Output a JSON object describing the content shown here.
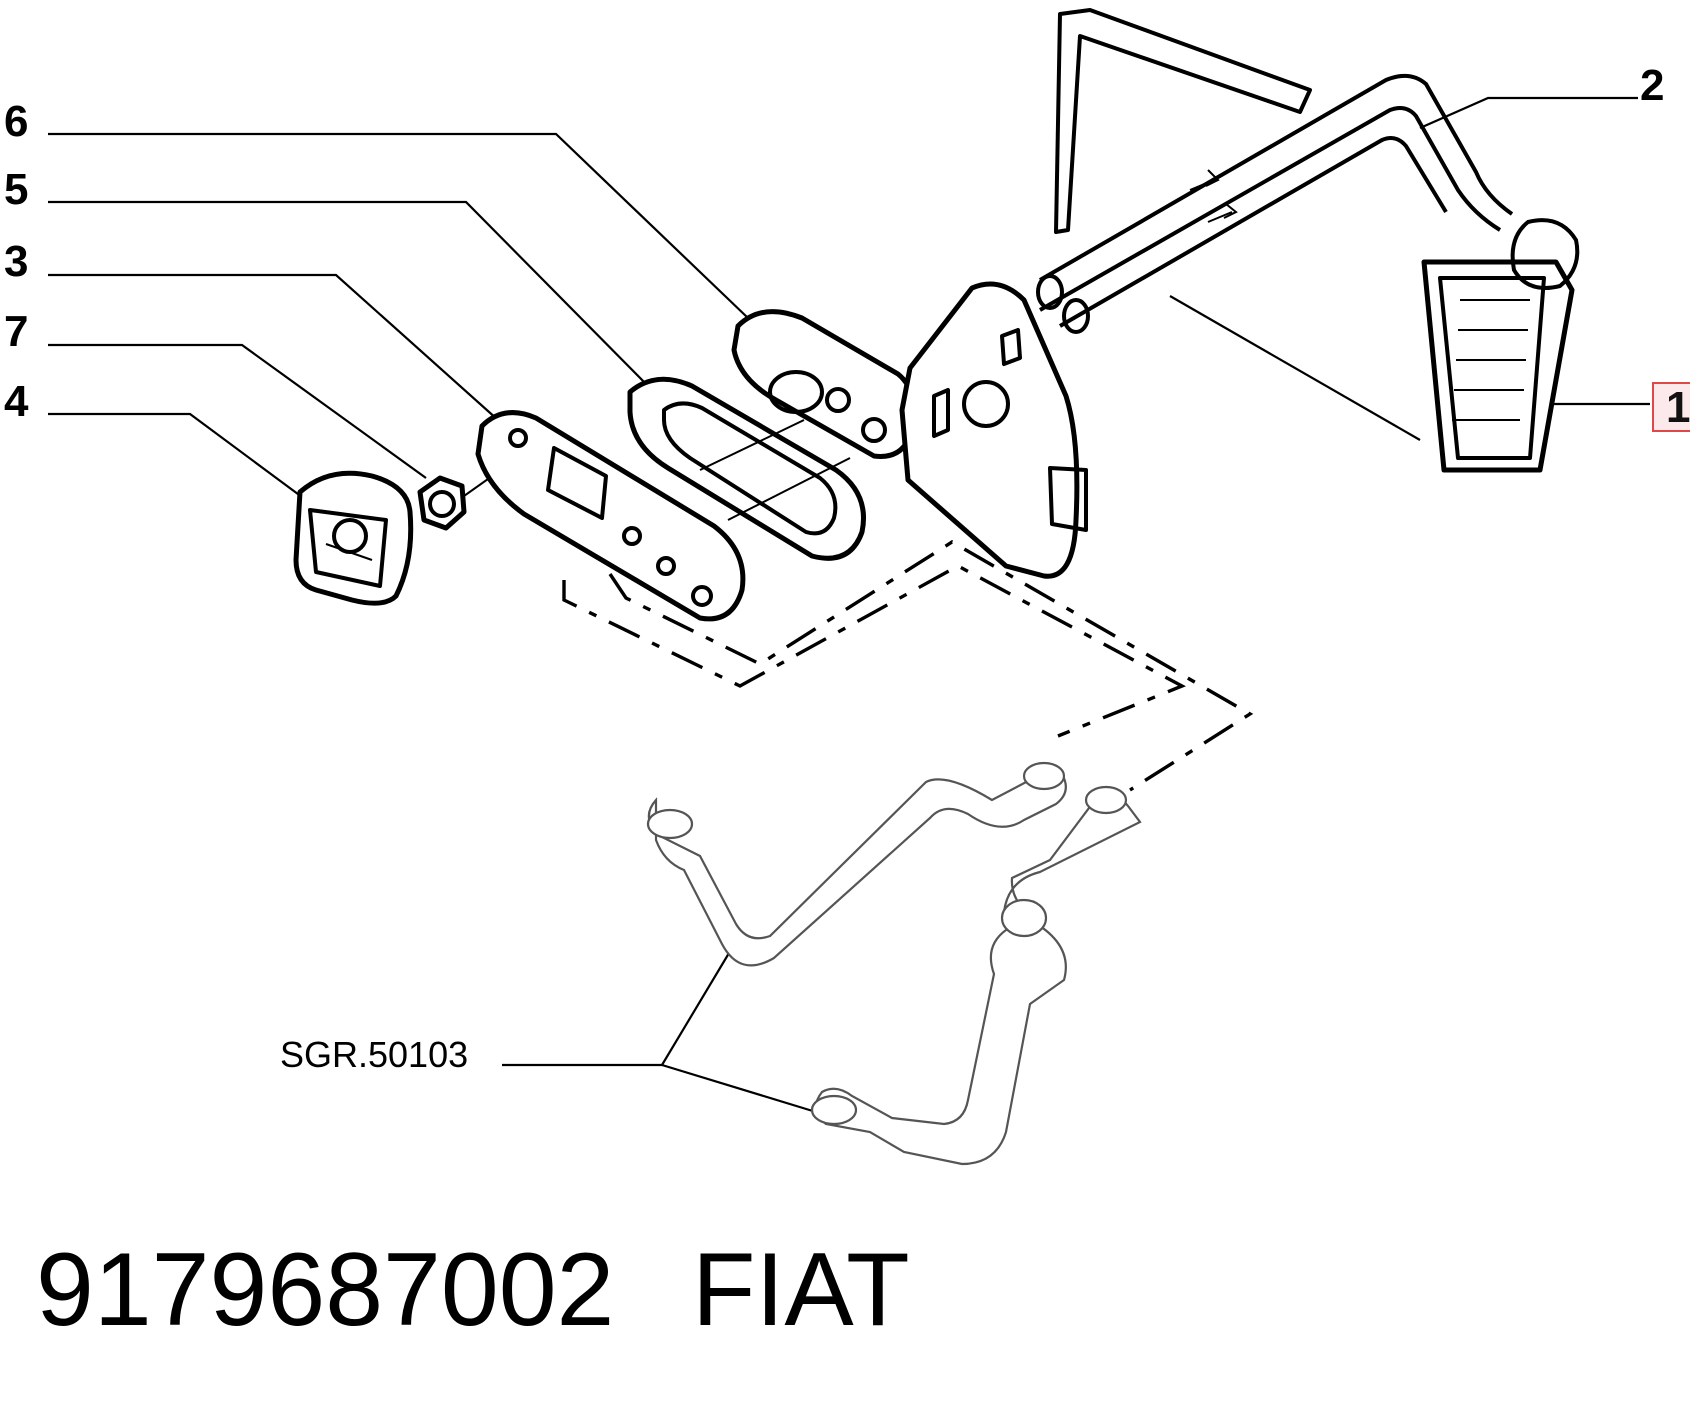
{
  "callouts": {
    "c6": "6",
    "c5": "5",
    "c3": "3",
    "c7": "7",
    "c4": "4",
    "c2": "2",
    "c1": "1"
  },
  "reference": "SGR.50103",
  "footer": {
    "part_number": "9179687002",
    "brand": "FIAT"
  },
  "colors": {
    "highlight_border": "#e04848",
    "highlight_fill": "#fbe9ec"
  }
}
